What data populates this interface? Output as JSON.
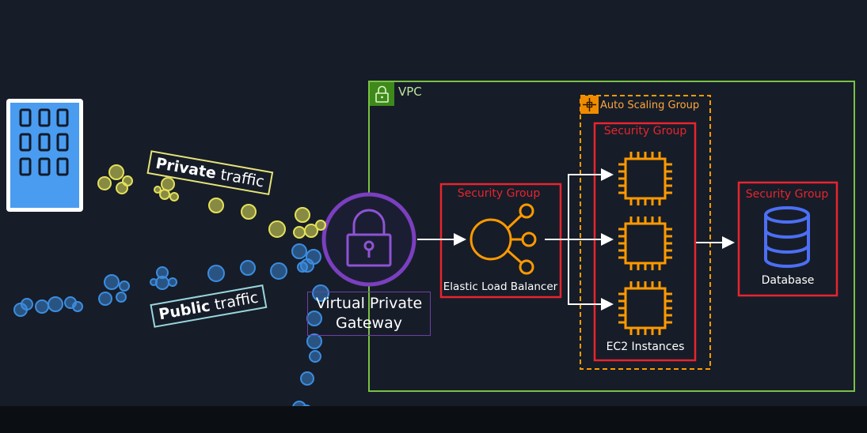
{
  "diagram": {
    "vpc": {
      "label": "VPC",
      "icon": "lock-icon",
      "color": "#7ac143"
    },
    "auto_scaling_group": {
      "label": "Auto Scaling Group",
      "icon": "auto-scaling-icon",
      "color": "#ff9900"
    },
    "security_groups": [
      {
        "id": "elb",
        "label": "Security Group"
      },
      {
        "id": "ec2",
        "label": "Security Group"
      },
      {
        "id": "db",
        "label": "Security Group"
      }
    ],
    "security_group_color": "#e8242f",
    "elastic_load_balancer": {
      "label": "Elastic Load Balancer",
      "icon": "load-balancer-icon"
    },
    "ec2": {
      "label": "EC2 Instances",
      "icon": "chip-icon",
      "count": 3
    },
    "database": {
      "label": "Database",
      "icon": "database-icon",
      "color": "#4c6ff5"
    },
    "gateway": {
      "label": "Virtual Private Gateway",
      "icon": "padlock-icon",
      "color": "#7b3fbf"
    },
    "corporate_building": {
      "icon": "office-building-icon",
      "color": "#4a9cf0"
    },
    "traffic": {
      "private": {
        "bold": "Private",
        "rest": " traffic",
        "color": "#e8e47a"
      },
      "public": {
        "bold": "Public",
        "rest": " traffic",
        "color": "#9bd6dd"
      }
    }
  }
}
